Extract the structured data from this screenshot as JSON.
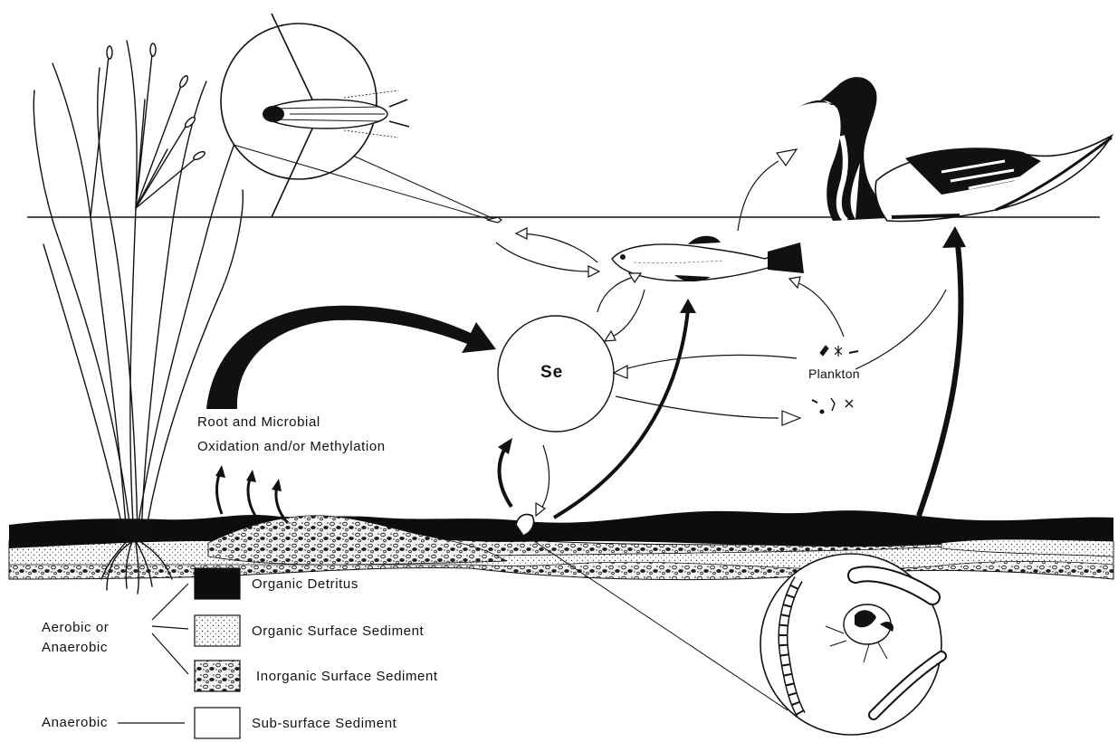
{
  "center_label": "Se",
  "plankton_label": "Plankton",
  "process_label_line1": "Root  and  Microbial",
  "process_label_line2": "Oxidation  and/or Methylation",
  "legend": {
    "condition_aerobic_line1": "Aerobic  or",
    "condition_aerobic_line2": "Anaerobic",
    "condition_anaerobic": "Anaerobic",
    "items": [
      {
        "label": "Organic  Detritus"
      },
      {
        "label": "Organic  Surface  Sediment"
      },
      {
        "label": "Inorganic  Surface  Sediment"
      },
      {
        "label": "Sub-surface  Sediment"
      }
    ]
  },
  "colors": {
    "ink": "#111111",
    "background": "#ffffff",
    "organic_detritus": "#0d0d0d",
    "organic_surface_sediment": "#d9d9d9",
    "inorganic_surface_sediment": "#8c8c8c",
    "sub_surface_sediment": "#ffffff"
  }
}
